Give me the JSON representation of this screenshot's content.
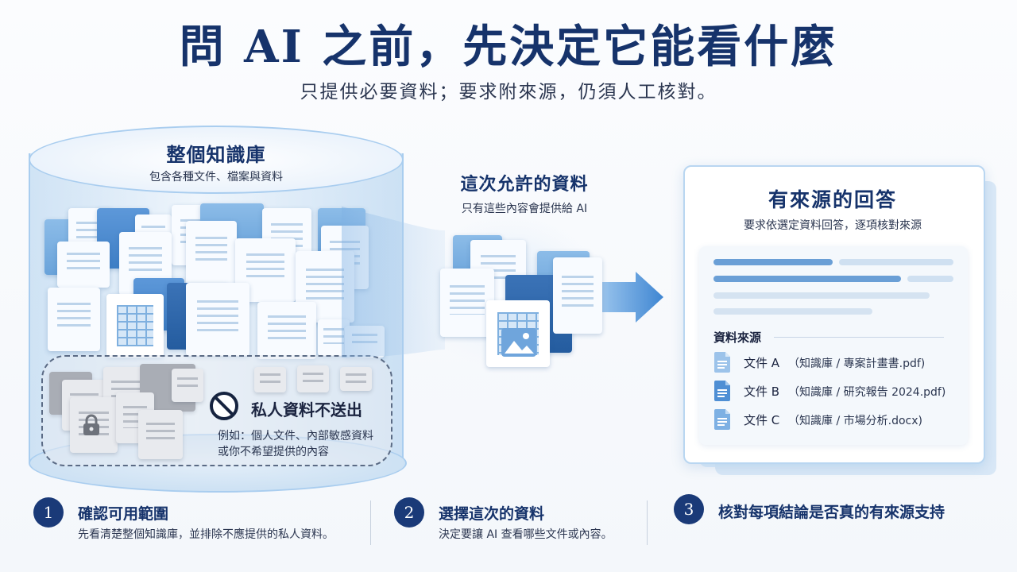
{
  "header": {
    "title": "問 AI 之前，先決定它能看什麼",
    "subtitle": "只提供必要資料；要求附來源，仍須人工核對。"
  },
  "knowledge_base": {
    "title": "整個知識庫",
    "description": "包含各種文件、檔案與資料"
  },
  "private_data": {
    "title": "私人資料不送出",
    "description_line1": "例如：個人文件、內部敏感資料",
    "description_line2": "或你不希望提供的內容",
    "icon": "no-entry-icon",
    "lock_icon": "lock-icon"
  },
  "selected": {
    "title": "這次允許的資料",
    "description": "只有這些內容會提供給 AI"
  },
  "answer_card": {
    "title": "有來源的回答",
    "description": "要求依選定資料回答，逐項核對來源",
    "sources_label": "資料來源",
    "sources": [
      {
        "name": "文件 A",
        "path": "（知識庫 / 專案計畫書.pdf)",
        "icon": "document-icon"
      },
      {
        "name": "文件 B",
        "path": "（知識庫 / 研究報告 2024.pdf)",
        "icon": "document-icon"
      },
      {
        "name": "文件 C",
        "path": "（知識庫 / 市場分析.docx)",
        "icon": "document-icon"
      }
    ]
  },
  "steps": [
    {
      "number": "1",
      "title": "確認可用範圍",
      "description": "先看清楚整個知識庫，並排除不應提供的私人資料。"
    },
    {
      "number": "2",
      "title": "選擇這次的資料",
      "description": "決定要讓 AI 查看哪些文件或內容。"
    },
    {
      "number": "3",
      "title": "核對每項結論是否真的有來源支持",
      "description": ""
    }
  ],
  "colors": {
    "navy": "#16336b",
    "accent_blue": "#3f7fc6",
    "light_blue": "#a9cdef",
    "step_circle": "#1a3a78"
  }
}
